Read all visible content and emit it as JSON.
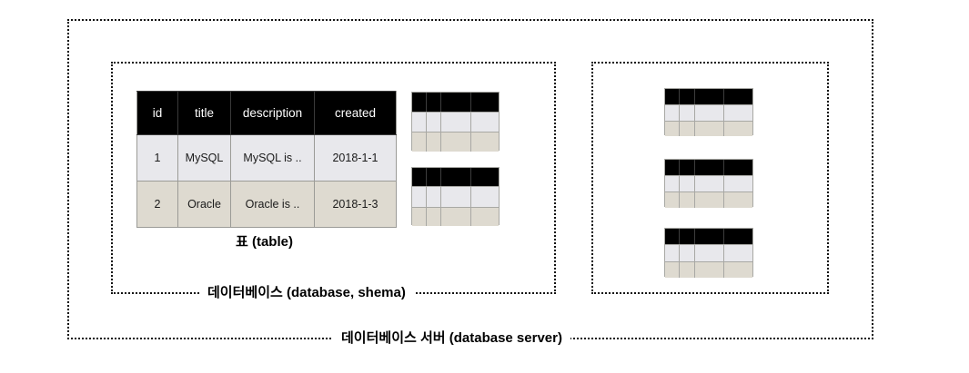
{
  "diagram": {
    "background_color": "#ffffff",
    "outer_container": {
      "label": "데이터베이스 서버 (database server)",
      "name": "database-server"
    },
    "containers": [
      {
        "label": "데이터베이스 (database, shema)",
        "name": "database-schema-left"
      },
      {
        "label": "",
        "name": "database-schema-right"
      }
    ]
  },
  "main_table": {
    "caption": "표 (table)",
    "header_bg": "#000000",
    "header_fg": "#ffffff",
    "row_a_bg": "#e8e8ec",
    "row_b_bg": "#dedad0",
    "border_color": "#9b9b97",
    "columns": [
      "id",
      "title",
      "description",
      "created"
    ],
    "rows": [
      [
        "1",
        "MySQL",
        "MySQL is ..",
        "2018-1-1"
      ],
      [
        "2",
        "Oracle",
        "Oracle is ..",
        "2018-1-3"
      ]
    ]
  },
  "mini_tables": {
    "column_widths_pct": [
      17,
      17,
      34,
      32
    ],
    "row_heights_pct": [
      33,
      34,
      33
    ],
    "left_group": [
      {
        "name": "mini-table-left-1"
      },
      {
        "name": "mini-table-left-2"
      }
    ],
    "right_group": [
      {
        "name": "mini-table-right-1"
      },
      {
        "name": "mini-table-right-2"
      },
      {
        "name": "mini-table-right-3"
      }
    ]
  }
}
